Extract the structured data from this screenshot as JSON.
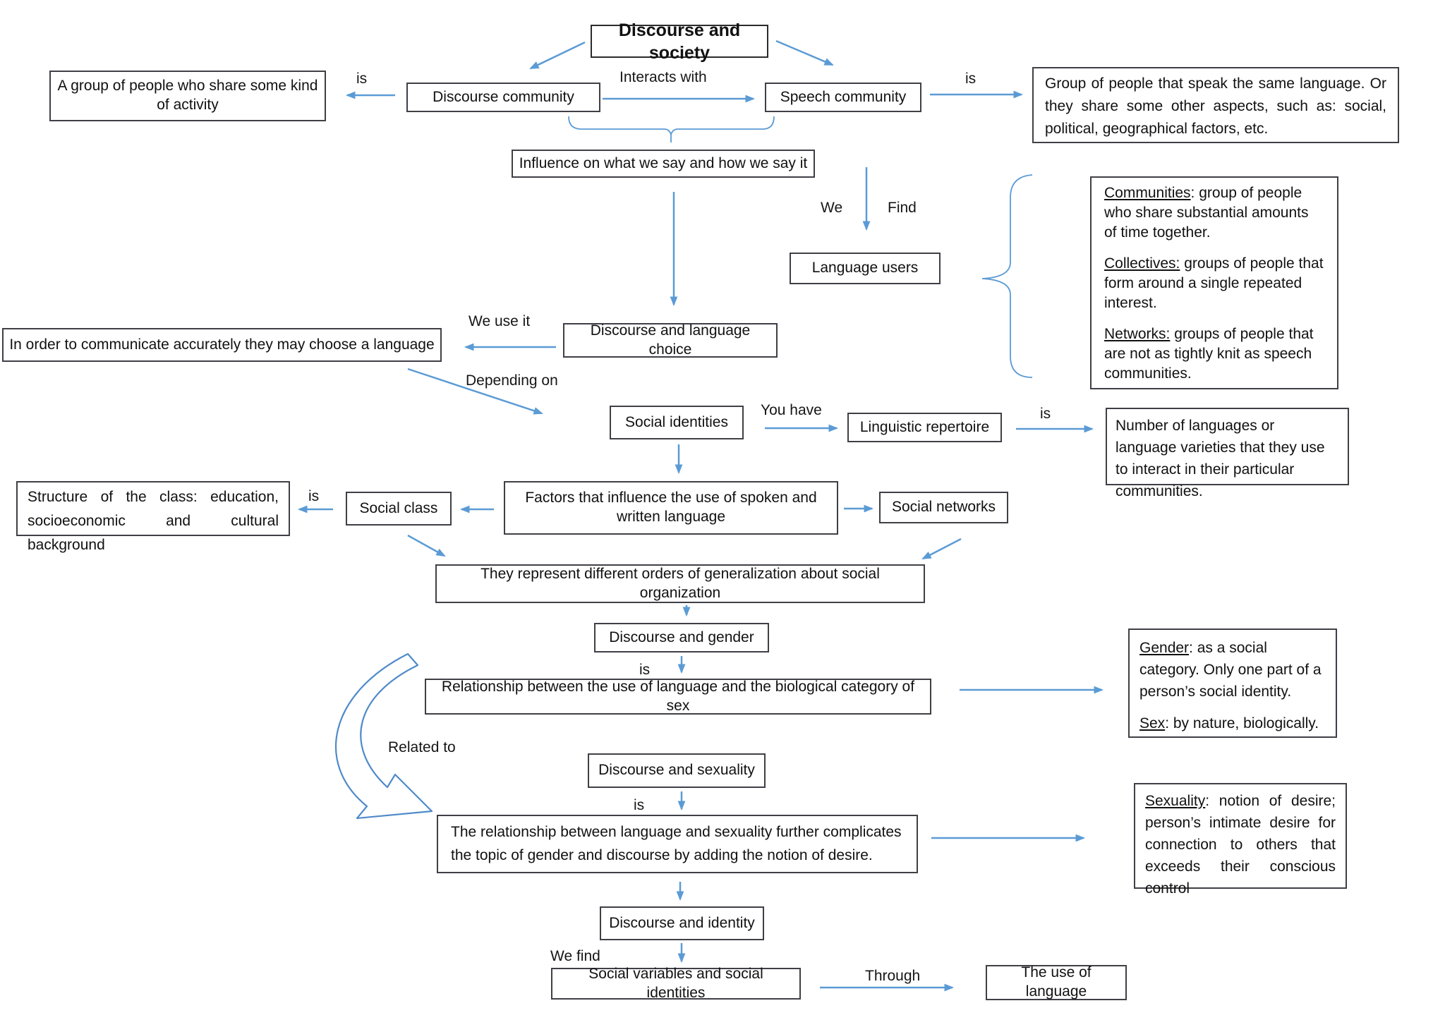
{
  "colors": {
    "arrow": "#5b9bd5",
    "border": "#3f3f46",
    "text": "#161616"
  },
  "title": {
    "label": "Discourse and society"
  },
  "nodes": {
    "group_activity": "A group of people who share some kind of activity",
    "discourse_community": "Discourse community",
    "speech_community": "Speech community",
    "group_same_language": "Group of people that speak the same language. Or they share some other aspects, such as: social, political, geographical factors, etc.",
    "influence": "Influence on what we say and how we say it",
    "language_users": "Language users",
    "discourse_language_choice": "Discourse and language choice",
    "communicate_accurately": "In order to communicate accurately they may choose a language",
    "social_identities": "Social identities",
    "linguistic_repertoire": "Linguistic repertoire",
    "number_of_languages": "Number of languages or language varieties that they use to interact in their particular communities.",
    "factors": "Factors that influence the use of spoken and written language",
    "class_structure": "Structure of the class: education, socioeconomic and cultural background",
    "social_class": "Social class",
    "social_networks": "Social networks",
    "generalization": "They represent different orders of generalization about social organization",
    "discourse_gender": "Discourse and gender",
    "relationship_sex": "Relationship between the use of language and the biological category of sex",
    "discourse_sexuality": "Discourse and sexuality",
    "relationship_sexuality": "The relationship between language and sexuality further complicates the topic of gender and discourse by adding the notion of desire.",
    "discourse_identity": "Discourse and identity",
    "social_variables": "Social variables and social identities",
    "use_of_language": "The use of language"
  },
  "defs": {
    "communities": {
      "p1_term": "Communities",
      "p1_rest": ": group of people who share substantial amounts of time together.",
      "p2_term": "Collectives:",
      "p2_rest": " groups of people that form around a single repeated interest.",
      "p3_term": "Networks:",
      "p3_rest": " groups of people that are not as tightly knit as speech communities."
    },
    "gender": {
      "p1_term": "Gender",
      "p1_rest": ": as a social category. Only one part of a person’s social identity.",
      "p2_term": "Sex",
      "p2_rest": ": by nature, biologically."
    },
    "sexuality": {
      "term": "Sexuality",
      "rest": ": notion of desire; person’s intimate desire for connection to others that exceeds their conscious control"
    }
  },
  "edges": {
    "is_group": "is",
    "interacts_with": "Interacts with",
    "is_speech": "is",
    "we": "We",
    "find": "Find",
    "we_use_it": "We use it",
    "depending_on": "Depending on",
    "you_have": "You have",
    "is_repertoire": "is",
    "is_class": "is",
    "is_gender": "is",
    "related_to": "Related to",
    "is_sexuality": "is",
    "we_find": "We find",
    "through": "Through"
  }
}
